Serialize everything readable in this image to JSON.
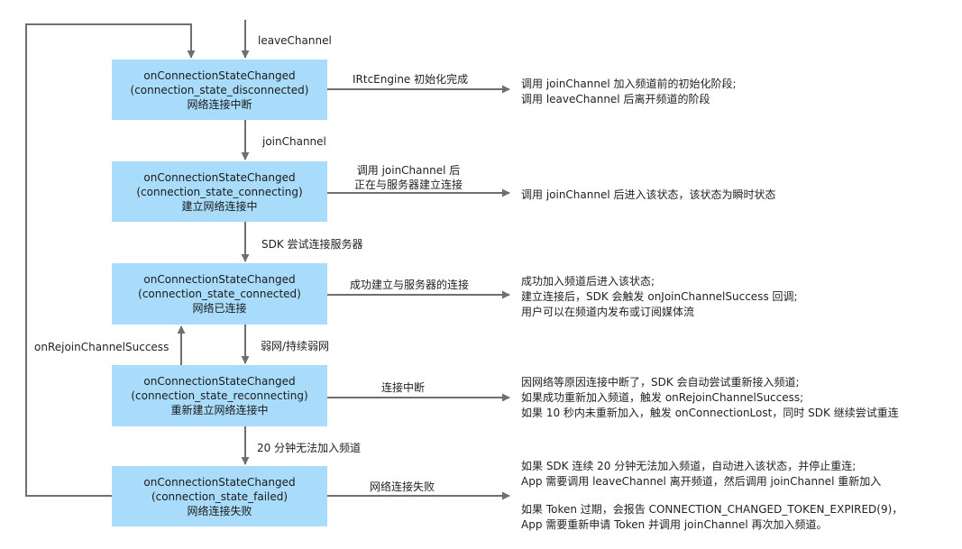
{
  "states": [
    {
      "name": "onConnectionStateChanged",
      "param": "(connection_state_disconnected)",
      "label": "网络连接中断"
    },
    {
      "name": "onConnectionStateChanged",
      "param": "(connection_state_connecting)",
      "label": "建立网络连接中"
    },
    {
      "name": "onConnectionStateChanged",
      "param": "(connection_state_connected)",
      "label": "网络已连接"
    },
    {
      "name": "onConnectionStateChanged",
      "param": "(connection_state_reconnecting)",
      "label": "重新建立网络连接中"
    },
    {
      "name": "onConnectionStateChanged",
      "param": "(connection_state_failed)",
      "label": "网络连接失败"
    }
  ],
  "transitions": {
    "leave": "leaveChannel",
    "join": "joinChannel",
    "sdk_try": "SDK 尝试连接服务器",
    "weak": "弱网/持续弱网",
    "twenty_min": "20 分钟无法加入频道",
    "rejoin": "onRejoinChannelSuccess"
  },
  "side_labels": {
    "disconnected": [
      "IRtcEngine 初始化完成"
    ],
    "connecting": [
      "调用 joinChannel 后",
      "正在与服务器建立连接"
    ],
    "connected": [
      "成功建立与服务器的连接"
    ],
    "reconnecting": [
      "连接中断"
    ],
    "failed": [
      "网络连接失败"
    ]
  },
  "descriptions": {
    "disconnected": [
      "调用 joinChannel 加入频道前的初始化阶段;",
      "调用 leaveChannel 后离开频道的阶段"
    ],
    "connecting": [
      "调用 joinChannel 后进入该状态，该状态为瞬时状态"
    ],
    "connected": [
      "成功加入频道后进入该状态;",
      "建立连接后，SDK 会触发 onJoinChannelSuccess 回调;",
      "用户可以在频道内发布或订阅媒体流"
    ],
    "reconnecting": [
      "因网络等原因连接中断了，SDK 会自动尝试重新接入频道;",
      "如果成功重新加入频道，触发 onRejoinChannelSuccess;",
      "如果 10 秒内未重新加入，触发 onConnectionLost，同时 SDK 继续尝试重连"
    ],
    "failed_a": [
      "如果 SDK 连续 20 分钟无法加入频道，自动进入该状态，并停止重连;",
      "App 需要调用 leaveChannel 离开频道，然后调用 joinChannel 重新加入"
    ],
    "failed_b": [
      "如果 Token 过期，会报告 CONNECTION_CHANGED_TOKEN_EXPIRED(9)，",
      "App 需要重新申请 Token 并调用 joinChannel 再次加入频道。"
    ]
  }
}
